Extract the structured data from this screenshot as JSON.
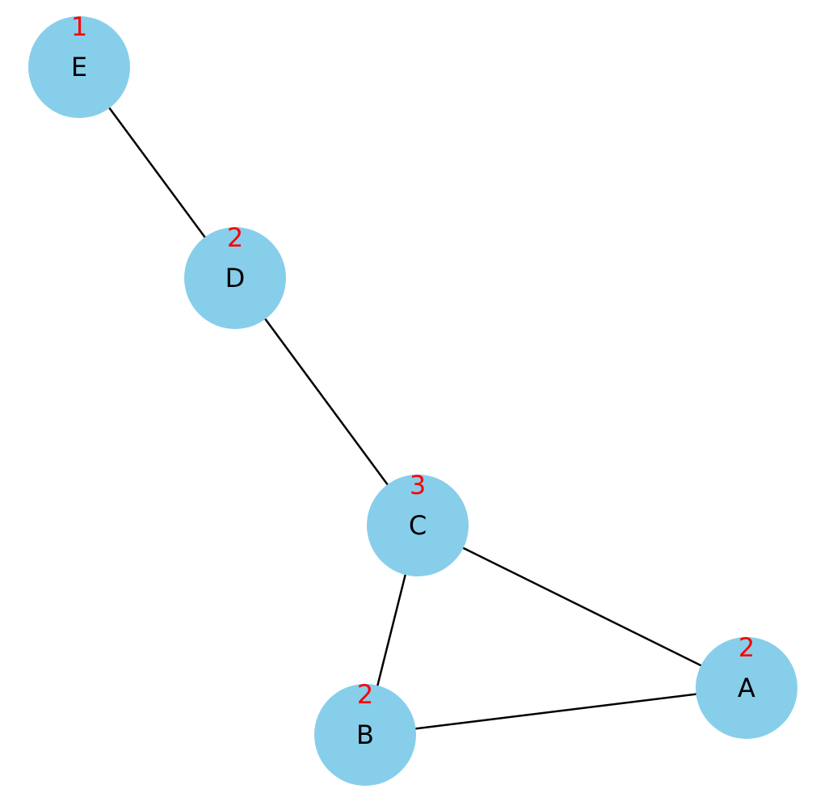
{
  "graph": {
    "node_color": "#87CEEB",
    "edge_color": "#000000",
    "label_color": "#000000",
    "degree_color": "#ff0000",
    "nodes": [
      {
        "id": "A",
        "label": "A",
        "degree": "2"
      },
      {
        "id": "B",
        "label": "B",
        "degree": "2"
      },
      {
        "id": "C",
        "label": "C",
        "degree": "3"
      },
      {
        "id": "D",
        "label": "D",
        "degree": "2"
      },
      {
        "id": "E",
        "label": "E",
        "degree": "1"
      }
    ],
    "edges": [
      {
        "source": "E",
        "target": "D"
      },
      {
        "source": "D",
        "target": "C"
      },
      {
        "source": "C",
        "target": "B"
      },
      {
        "source": "C",
        "target": "A"
      },
      {
        "source": "B",
        "target": "A"
      }
    ]
  }
}
